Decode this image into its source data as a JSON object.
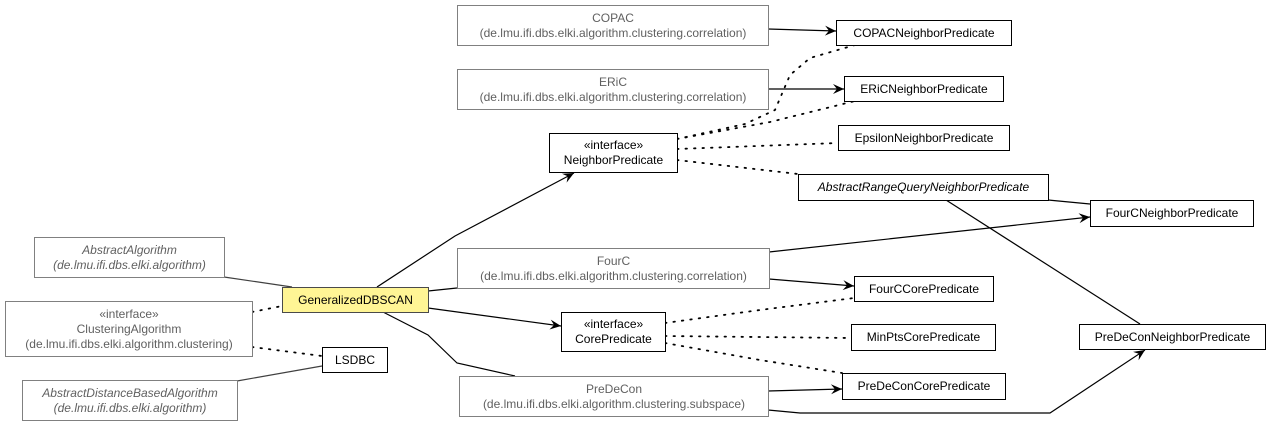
{
  "diagram": {
    "title": "GeneralizedDBSCAN class diagram",
    "colors": {
      "focus_fill": "#fff595",
      "external_text": "#606060",
      "external_border": "#808080",
      "local_border": "#000000"
    },
    "nodes": {
      "abstract_algorithm": {
        "name": "AbstractAlgorithm",
        "pkg": "(de.lmu.ifi.dbs.elki.algorithm)",
        "kind": "external-abstract"
      },
      "clustering_algorithm": {
        "stereo": "«interface»",
        "name": "ClusteringAlgorithm",
        "pkg": "(de.lmu.ifi.dbs.elki.algorithm.clustering)",
        "kind": "external-interface"
      },
      "abstract_distance_based_algorithm": {
        "name": "AbstractDistanceBasedAlgorithm",
        "pkg": "(de.lmu.ifi.dbs.elki.algorithm)",
        "kind": "external-abstract"
      },
      "generalized_dbscan": {
        "name": "GeneralizedDBSCAN",
        "kind": "focus"
      },
      "lsdbc": {
        "name": "LSDBC",
        "kind": "local"
      },
      "copac": {
        "name": "COPAC",
        "pkg": "(de.lmu.ifi.dbs.elki.algorithm.clustering.correlation)",
        "kind": "external"
      },
      "eric": {
        "name": "ERiC",
        "pkg": "(de.lmu.ifi.dbs.elki.algorithm.clustering.correlation)",
        "kind": "external"
      },
      "fourc": {
        "name": "FourC",
        "pkg": "(de.lmu.ifi.dbs.elki.algorithm.clustering.correlation)",
        "kind": "external"
      },
      "predecon": {
        "name": "PreDeCon",
        "pkg": "(de.lmu.ifi.dbs.elki.algorithm.clustering.subspace)",
        "kind": "external"
      },
      "neighbor_predicate": {
        "stereo": "«interface»",
        "name": "NeighborPredicate",
        "kind": "local-interface"
      },
      "core_predicate": {
        "stereo": "«interface»",
        "name": "CorePredicate",
        "kind": "local-interface"
      },
      "copac_neighbor_predicate": {
        "name": "COPACNeighborPredicate",
        "kind": "local"
      },
      "eric_neighbor_predicate": {
        "name": "ERiCNeighborPredicate",
        "kind": "local"
      },
      "epsilon_neighbor_predicate": {
        "name": "EpsilonNeighborPredicate",
        "kind": "local"
      },
      "abstract_range_query_neighbor_predicate": {
        "name": "AbstractRangeQueryNeighborPredicate",
        "kind": "local-abstract"
      },
      "fourc_neighbor_predicate": {
        "name": "FourCNeighborPredicate",
        "kind": "local"
      },
      "predecon_neighbor_predicate": {
        "name": "PreDeConNeighborPredicate",
        "kind": "local"
      },
      "fourc_core_predicate": {
        "name": "FourCCorePredicate",
        "kind": "local"
      },
      "minpts_core_predicate": {
        "name": "MinPtsCorePredicate",
        "kind": "local"
      },
      "predecon_core_predicate": {
        "name": "PreDeConCorePredicate",
        "kind": "local"
      }
    },
    "edges": [
      {
        "from": "generalized_dbscan",
        "to": "abstract_algorithm",
        "type": "generalization"
      },
      {
        "from": "generalized_dbscan",
        "to": "clustering_algorithm",
        "type": "realization"
      },
      {
        "from": "lsdbc",
        "to": "clustering_algorithm",
        "type": "realization"
      },
      {
        "from": "lsdbc",
        "to": "abstract_distance_based_algorithm",
        "type": "generalization"
      },
      {
        "from": "generalized_dbscan",
        "to": "neighbor_predicate",
        "type": "association"
      },
      {
        "from": "generalized_dbscan",
        "to": "core_predicate",
        "type": "association"
      },
      {
        "from": "generalized_dbscan",
        "to": "fourc",
        "type": "line"
      },
      {
        "from": "generalized_dbscan",
        "to": "predecon",
        "type": "line"
      },
      {
        "from": "copac",
        "to": "copac_neighbor_predicate",
        "type": "association"
      },
      {
        "from": "eric",
        "to": "eric_neighbor_predicate",
        "type": "association"
      },
      {
        "from": "fourc",
        "to": "fourc_neighbor_predicate",
        "type": "association"
      },
      {
        "from": "fourc",
        "to": "fourc_core_predicate",
        "type": "association"
      },
      {
        "from": "predecon",
        "to": "predecon_core_predicate",
        "type": "association"
      },
      {
        "from": "predecon",
        "to": "predecon_neighbor_predicate",
        "type": "association"
      },
      {
        "from": "copac_neighbor_predicate",
        "to": "neighbor_predicate",
        "type": "realization"
      },
      {
        "from": "eric_neighbor_predicate",
        "to": "neighbor_predicate",
        "type": "realization"
      },
      {
        "from": "epsilon_neighbor_predicate",
        "to": "neighbor_predicate",
        "type": "realization"
      },
      {
        "from": "abstract_range_query_neighbor_predicate",
        "to": "neighbor_predicate",
        "type": "realization"
      },
      {
        "from": "fourc_neighbor_predicate",
        "to": "abstract_range_query_neighbor_predicate",
        "type": "generalization"
      },
      {
        "from": "predecon_neighbor_predicate",
        "to": "abstract_range_query_neighbor_predicate",
        "type": "generalization"
      },
      {
        "from": "fourc_core_predicate",
        "to": "core_predicate",
        "type": "realization"
      },
      {
        "from": "minpts_core_predicate",
        "to": "core_predicate",
        "type": "realization"
      },
      {
        "from": "predecon_core_predicate",
        "to": "core_predicate",
        "type": "realization"
      }
    ]
  }
}
